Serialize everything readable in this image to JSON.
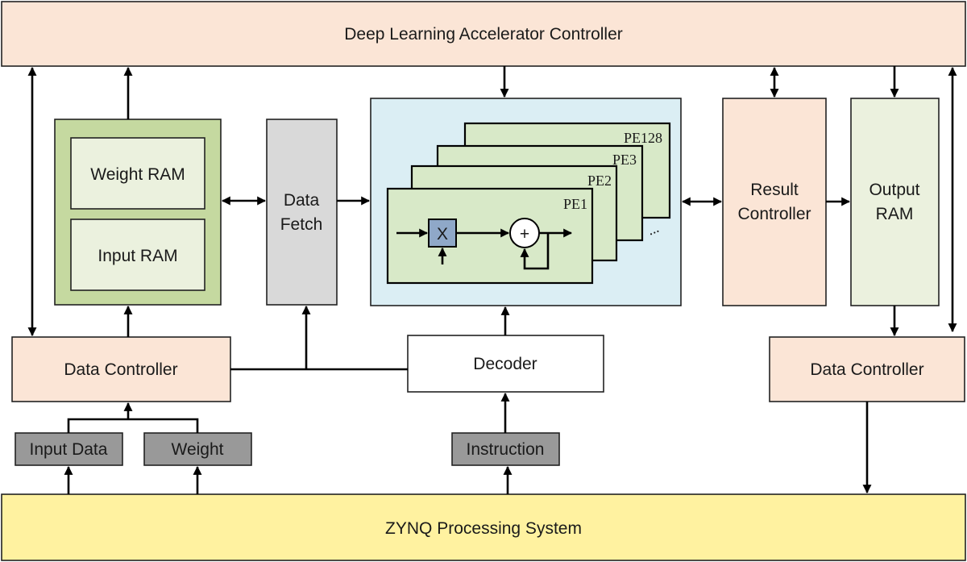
{
  "blocks": {
    "dla_controller": "Deep Learning Accelerator Controller",
    "weight_ram": "Weight RAM",
    "input_ram": "Input RAM",
    "data_fetch": [
      "Data",
      "Fetch"
    ],
    "result_controller": [
      "Result",
      "Controller"
    ],
    "output_ram": [
      "Output",
      "RAM"
    ],
    "data_controller_left": "Data Controller",
    "data_controller_right": "Data Controller",
    "decoder": "Decoder",
    "input_data": "Input Data",
    "weight": "Weight",
    "instruction": "Instruction",
    "zynq": "ZYNQ Processing System"
  },
  "pe": {
    "labels": [
      "PE1",
      "PE2",
      "PE3",
      "PE128"
    ],
    "ellipsis": "...",
    "multiplier": "X",
    "adder": "+"
  },
  "colors": {
    "controller_fill": "#fbe5d6",
    "ram_group_fill": "#c5d9a0",
    "ram_fill": "#ebf1de",
    "fetch_fill": "#d9d9d9",
    "pe_array_fill": "#dbeef4",
    "pe_fill": "#d8e9c8",
    "mult_fill": "#8fa8c8",
    "source_fill": "#999999",
    "zynq_fill": "#fff2a0"
  }
}
